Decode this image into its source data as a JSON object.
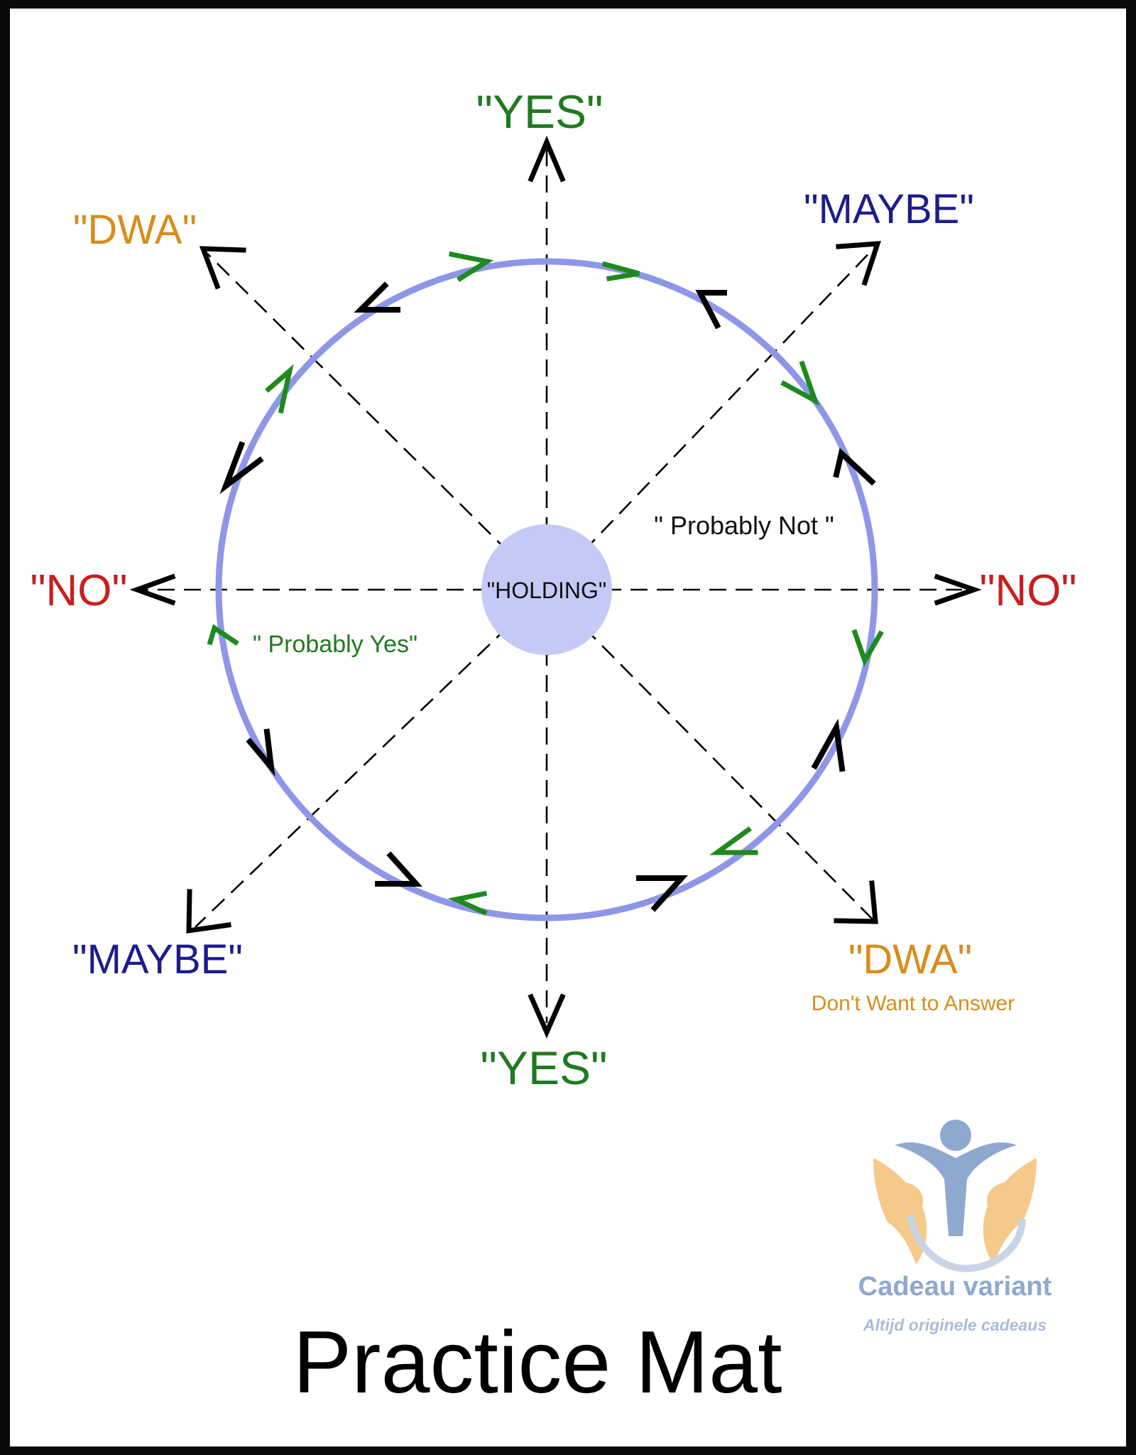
{
  "labels": {
    "yes_top": "\"YES\"",
    "yes_bottom": "\"YES\"",
    "maybe_top": "\"MAYBE\"",
    "maybe_bottom": "\"MAYBE\"",
    "dwa_top": "\"DWA\"",
    "dwa_bottom": "\"DWA\"",
    "dwa_subtitle": "Don't Want to Answer",
    "no_left": "\"NO\"",
    "no_right": "\"NO\"",
    "holding": "\"HOLDING\"",
    "probably_not": "\" Probably Not \"",
    "probably_yes": "\" Probably Yes\""
  },
  "title": "Practice Mat",
  "logo": {
    "name": "Cadeau variant",
    "tagline": "Altijd originele cadeaus"
  },
  "colors": {
    "frame": "#0a0a0a",
    "background": "#ffffff",
    "yes": "#1f7a1f",
    "maybe": "#1c1c8c",
    "dwa": "#d98c1c",
    "no": "#c81e1e",
    "circle": "#8e96e8",
    "holding_fill": "#c4c9f5",
    "arrow_black": "#000000",
    "arrow_green": "#1e8a1e",
    "logo_blue": "#8fa8cf",
    "logo_orange": "#f5c98a"
  }
}
